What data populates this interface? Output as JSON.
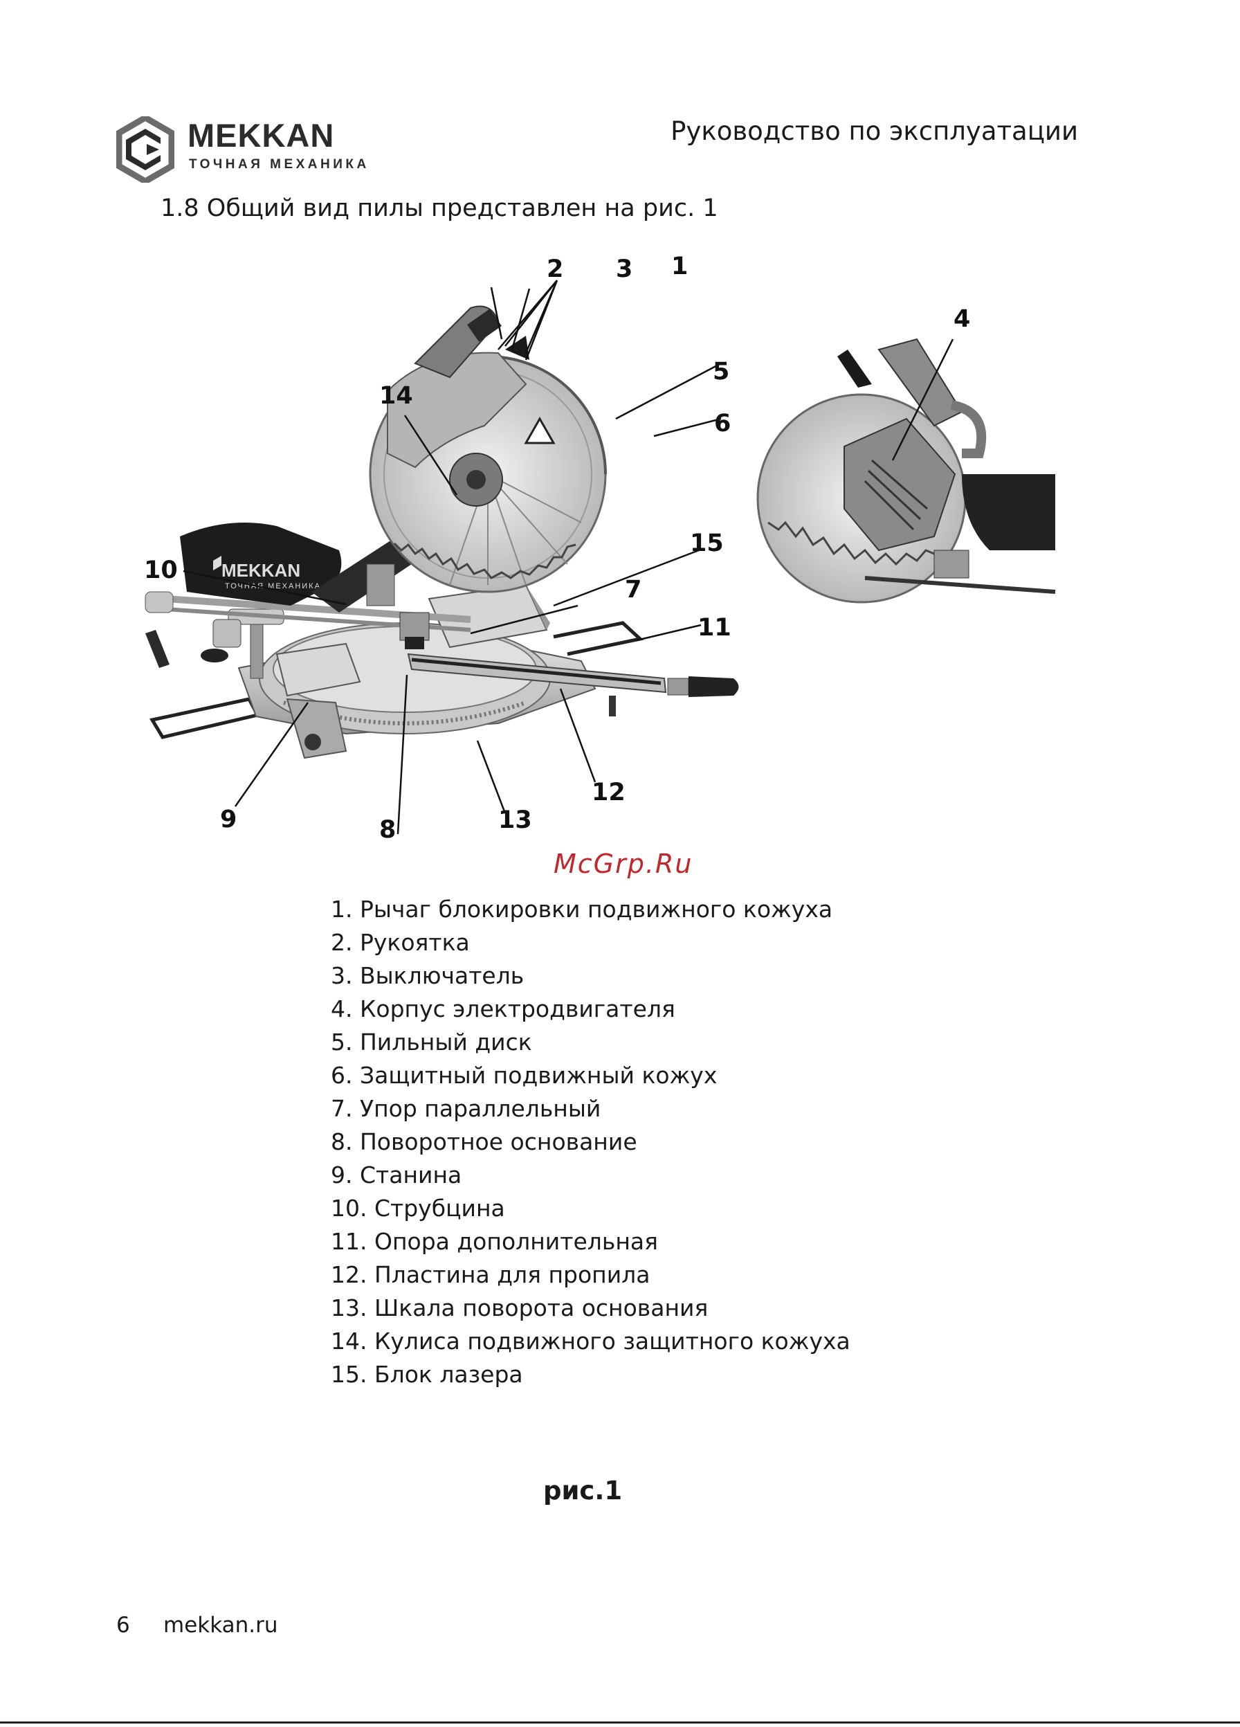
{
  "header": {
    "brand": "MEKKAN",
    "tagline": "ТОЧНАЯ МЕХАНИКА",
    "manual_title": "Руководство по эксплуатации"
  },
  "intro_text": "1.8 Общий вид пилы представлен на рис. 1",
  "figure": {
    "bag_brand": "MEKKAN",
    "bag_tagline": "ТОЧНАЯ МЕХАНИКА",
    "callouts": [
      "1",
      "2",
      "3",
      "4",
      "5",
      "6",
      "7",
      "8",
      "9",
      "10",
      "11",
      "12",
      "13",
      "14",
      "15"
    ]
  },
  "watermark": "McGrp.Ru",
  "parts": [
    "1. Рычаг блокировки подвижного кожуха",
    "2. Рукоятка",
    "3. Выключатель",
    "4. Корпус электродвигателя",
    "5. Пильный диск",
    "6. Защитный подвижный кожух",
    "7. Упор параллельный",
    "8. Поворотное основание",
    "9. Станина",
    "10. Струбцина",
    "11. Опора дополнительная",
    "12. Пластина для пропила",
    "13. Шкала поворота основания",
    "14. Кулиса подвижного защитного кожуха",
    "15. Блок лазера"
  ],
  "figure_caption": "рис.1",
  "footer": {
    "page_number": "6",
    "website": "mekkan.ru"
  }
}
